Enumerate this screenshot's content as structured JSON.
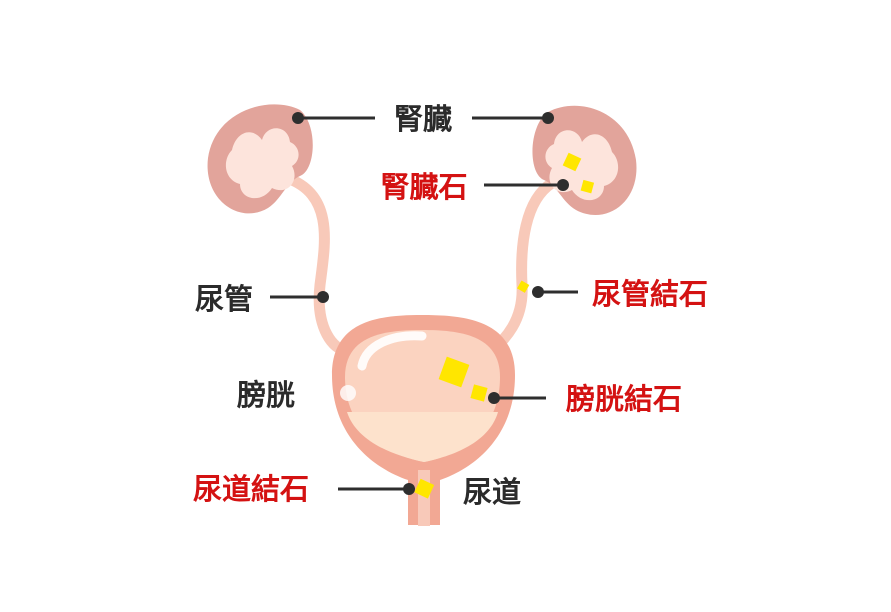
{
  "labels": {
    "kidney": "腎臓",
    "kidney_stone": "腎臓石",
    "ureter": "尿管",
    "ureter_stone": "尿管結石",
    "bladder": "膀胱",
    "bladder_stone": "膀胱結石",
    "urethra_stone": "尿道結石",
    "urethra": "尿道"
  },
  "colors": {
    "kidney": "#e2a49b",
    "kidney_inner": "#fde4dc",
    "tube": "#f8c9b9",
    "bladder_wall": "#f2a894",
    "bladder_fill": "#fbd3c0",
    "urine": "#fde2cc",
    "stone": "#ffe600",
    "leader": "#2e2e2e",
    "label_dark": "#2b2b2b",
    "label_red": "#d41212"
  }
}
